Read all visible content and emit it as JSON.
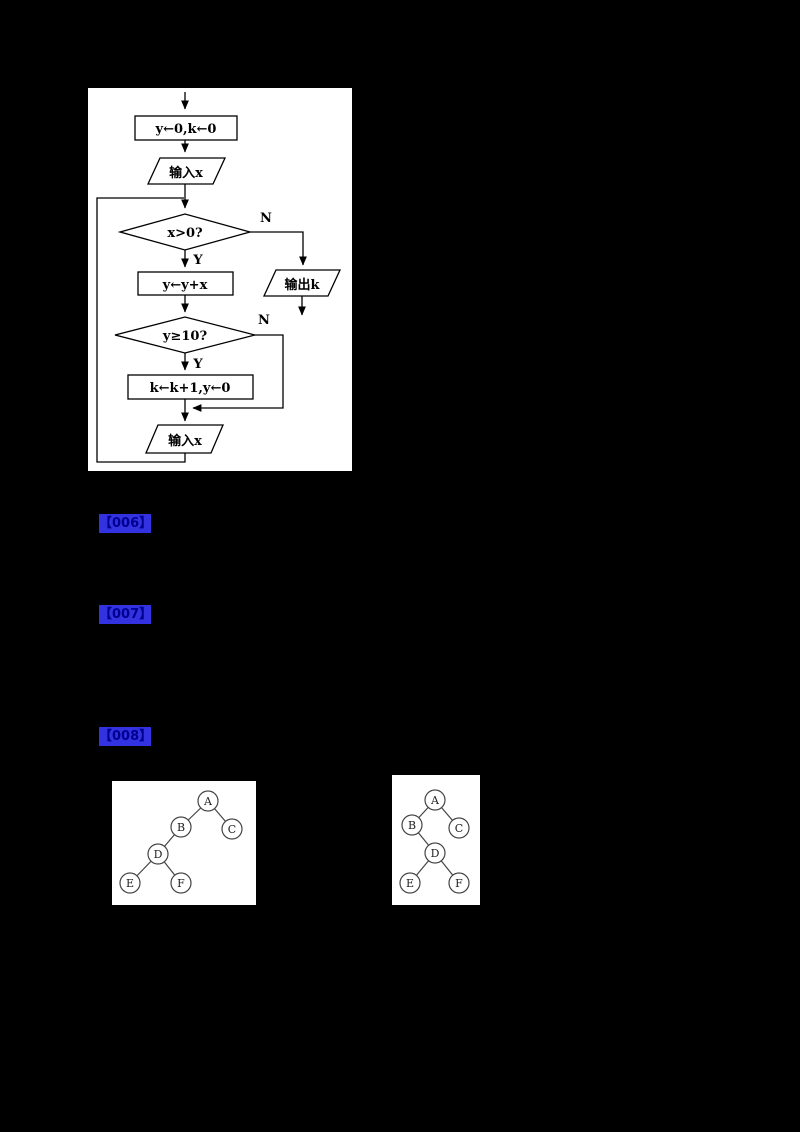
{
  "flowchart": {
    "start_init": "y←0,k←0",
    "input_x_1": "输入x",
    "cond_x": "x>0?",
    "cond_x_no": "N",
    "cond_x_yes": "Y",
    "output_k": "输出k",
    "assign_y": "y←y+x",
    "cond_y": "y≥10?",
    "cond_y_no": "N",
    "cond_y_yes": "Y",
    "update_k": "k←k+1,y←0",
    "input_x_2": "输入x"
  },
  "references": {
    "ref1": "【006】",
    "ref2": "【007】",
    "ref3": "【008】"
  },
  "tree_left": {
    "a": "A",
    "b": "B",
    "c": "C",
    "d": "D",
    "e": "E",
    "f": "F"
  },
  "tree_right": {
    "a": "A",
    "b": "B",
    "c": "C",
    "d": "D",
    "e": "E",
    "f": "F"
  }
}
